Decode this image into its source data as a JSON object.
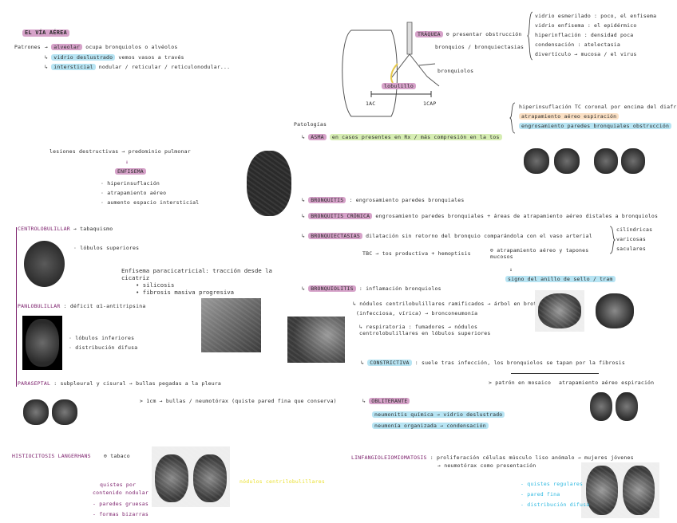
{
  "title": "EL VÍA AÉREA",
  "patrones": {
    "label": "Patrones",
    "items": [
      {
        "tag": "alveolar",
        "text": "ocupa bronquiolos o alvéolos"
      },
      {
        "tag": "vidrio deslustrado",
        "text": "vemos vasos a través"
      },
      {
        "tag": "intersticial",
        "text": "nodular / reticular / reticulonodular..."
      }
    ]
  },
  "traquea_diagram": {
    "traquea_label": "TRÁQUEA",
    "traquea_note": "⊖ presentar obstrucción",
    "bronquios": "bronquios / bronquiectasias",
    "bronquiolos": "bronquiolos",
    "lobulillo": "lobulillo",
    "scale_left": "1AC",
    "scale_right": "1CAP",
    "notes": [
      "vidrio esmerilado : poco, el enfisema",
      "vidrio enfisema : el epidérmico",
      "hiperinflación : densidad poca",
      "condensación : atelectasia",
      "divertículo → mucosa / el virus"
    ]
  },
  "enfisema_block": {
    "heading": "lesiones destructivas → predominio pulmonar",
    "label": "ENFISEMA",
    "items": [
      "hiperinsuflación",
      "atrapamiento aéreo",
      "aumento espacio intersticial"
    ]
  },
  "centrolobulillar": {
    "label": "CENTROLOBULILLAR",
    "tag": "tabaquismo",
    "note": "lóbulos superiores"
  },
  "typed_note": {
    "heading": "Enfisema paracicatricial: tracción desde la cicatriz",
    "items": [
      "silicosis",
      "fibrosis masiva progresiva"
    ]
  },
  "panlobulillar": {
    "label": "PANLOBULILLAR",
    "text": "déficit α1-antitripsina",
    "notes": [
      "lóbulos inferiores",
      "distribución difusa"
    ]
  },
  "paraseptal": {
    "label": "PARASEPTAL",
    "text": "subpleural y cisural → bullas pegadas a la pleura",
    "note": "> 1cm → bullas / neumotórax (quiste pared fina que conserva)"
  },
  "histiocitosis": {
    "label": "HISTIOCITOSIS LANGERHANS",
    "note": "⊖ tabaco",
    "sub": [
      "quistes por",
      "contenido nodular",
      "paredes gruesas",
      "formas bizarras"
    ],
    "highlight": "nódulos centrilobulillares"
  },
  "patologia": {
    "label": "Patologías",
    "asma": {
      "tag": "ASMA",
      "text": "en casos presentes en Rx / más compresión en la tos"
    },
    "asma_notes": [
      "hiperinsuflación TC coronal por encima del diafragma",
      "atrapamiento aéreo espiración",
      "engrosamiento paredes bronquiales obstrucción"
    ],
    "bronquitis": {
      "tag": "BRONQUITIS",
      "text": "engrosamiento paredes bronquiales"
    },
    "bronquitis_cronica": {
      "tag": "BRONQUITIS CRÓNICA",
      "text": "engrosamiento paredes bronquiales + áreas de atrapamiento aéreo distales a bronquiolos"
    },
    "bronquiectasias": {
      "tag": "BRONQUIECTASIAS",
      "text": "dilatación sin retorno del bronquio comparándola con el vaso arterial",
      "types": [
        "cilíndricas",
        "varicosas",
        "saculares"
      ]
    },
    "bronquiectasias_sub": "TBC → tos productiva + hemoptisis",
    "bronquiectasias_note": "⊖ atrapamiento aéreo y tapones mucosos",
    "bronquiectasias_sign": "signo del anillo de sello / tram",
    "bronquiolitis": {
      "tag": "BRONQUIOLITIS",
      "text": "inflamación bronquiolos"
    },
    "bronquiolitis_items": [
      "nódulos centrilobulillares ramificados → árbol en brote",
      "(infecciosa, vírica) → bronconeumonía",
      "respiratoria : fumadores → nódulos centrolobulillares en lóbulos superiores"
    ],
    "constrictiva": {
      "tag": "CONSTRICTIVA",
      "text": "suele tras infección, los bronquiolos se tapan por la fibrosis"
    },
    "constrictiva_branches": [
      "> patrón en mosaico",
      "atrapamiento aéreo espiración"
    ],
    "obliterante": {
      "tag": "OBLITERANTE",
      "items": [
        "neumonitis química → vidrio deslustrado",
        "neumonía organizada → condensación"
      ]
    },
    "linfangio": {
      "label": "LINFANGIOLEIOMIOMATOSIS",
      "text": "proliferación células músculo liso anómalo → mujeres jóvenes",
      "sub": "→ neumotórax como presentación"
    },
    "linfangio_notes": [
      "quistes regulares",
      "pared fina",
      "distribución difusa"
    ]
  }
}
